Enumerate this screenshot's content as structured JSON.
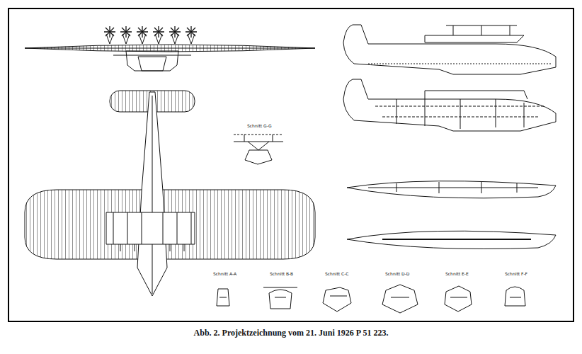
{
  "diagram": {
    "caption": "Abb. 2. Projektzeichnung vom 21. Juni 1926 P 51 223.",
    "labels": [
      "Schnitt G-G",
      "Schnitt A-A",
      "Schnitt B-B",
      "Schnitt C-C",
      "Schnitt D-D",
      "Schnitt E-E",
      "Schnitt F-F"
    ]
  }
}
